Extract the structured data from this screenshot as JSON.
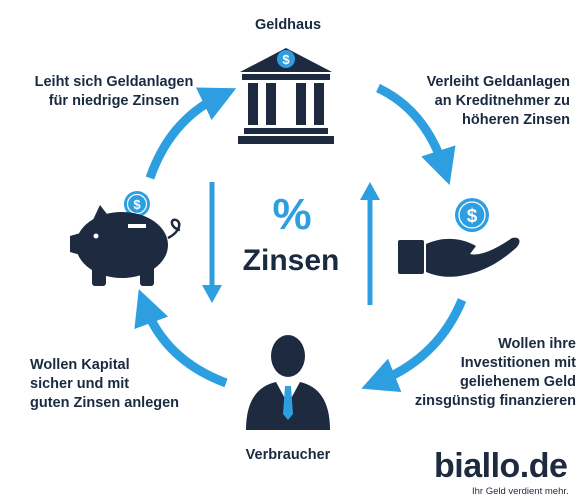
{
  "title_center": {
    "symbol": "%",
    "word": "Zinsen"
  },
  "nodes": {
    "bank": {
      "label": "Geldhaus",
      "icon": "bank-dollar-icon"
    },
    "consumer": {
      "label": "Verbraucher",
      "icon": "businessman-icon"
    },
    "piggy": {
      "icon": "piggy-bank-coin-icon"
    },
    "hand": {
      "icon": "hand-holding-coin-icon"
    }
  },
  "descriptions": {
    "top_left": [
      "Leiht sich Geldanlagen",
      "für niedrige Zinsen"
    ],
    "top_right": [
      "Verleiht Geldanlagen",
      "an Kreditnehmer zu",
      "höheren Zinsen"
    ],
    "bottom_left": [
      "Wollen Kapital",
      "sicher und mit",
      "guten Zinsen anlegen"
    ],
    "bottom_right": [
      "Wollen ihre",
      "Investitionen mit",
      "geliehenem Geld",
      "zinsgünstig finanzieren"
    ]
  },
  "brand": {
    "logo": "biallo.de",
    "slogan": "Ihr Geld verdient mehr."
  },
  "colors": {
    "accent": "#2d9fe0",
    "dark": "#1a2a40",
    "logo_blue": "#2d9fe0"
  }
}
